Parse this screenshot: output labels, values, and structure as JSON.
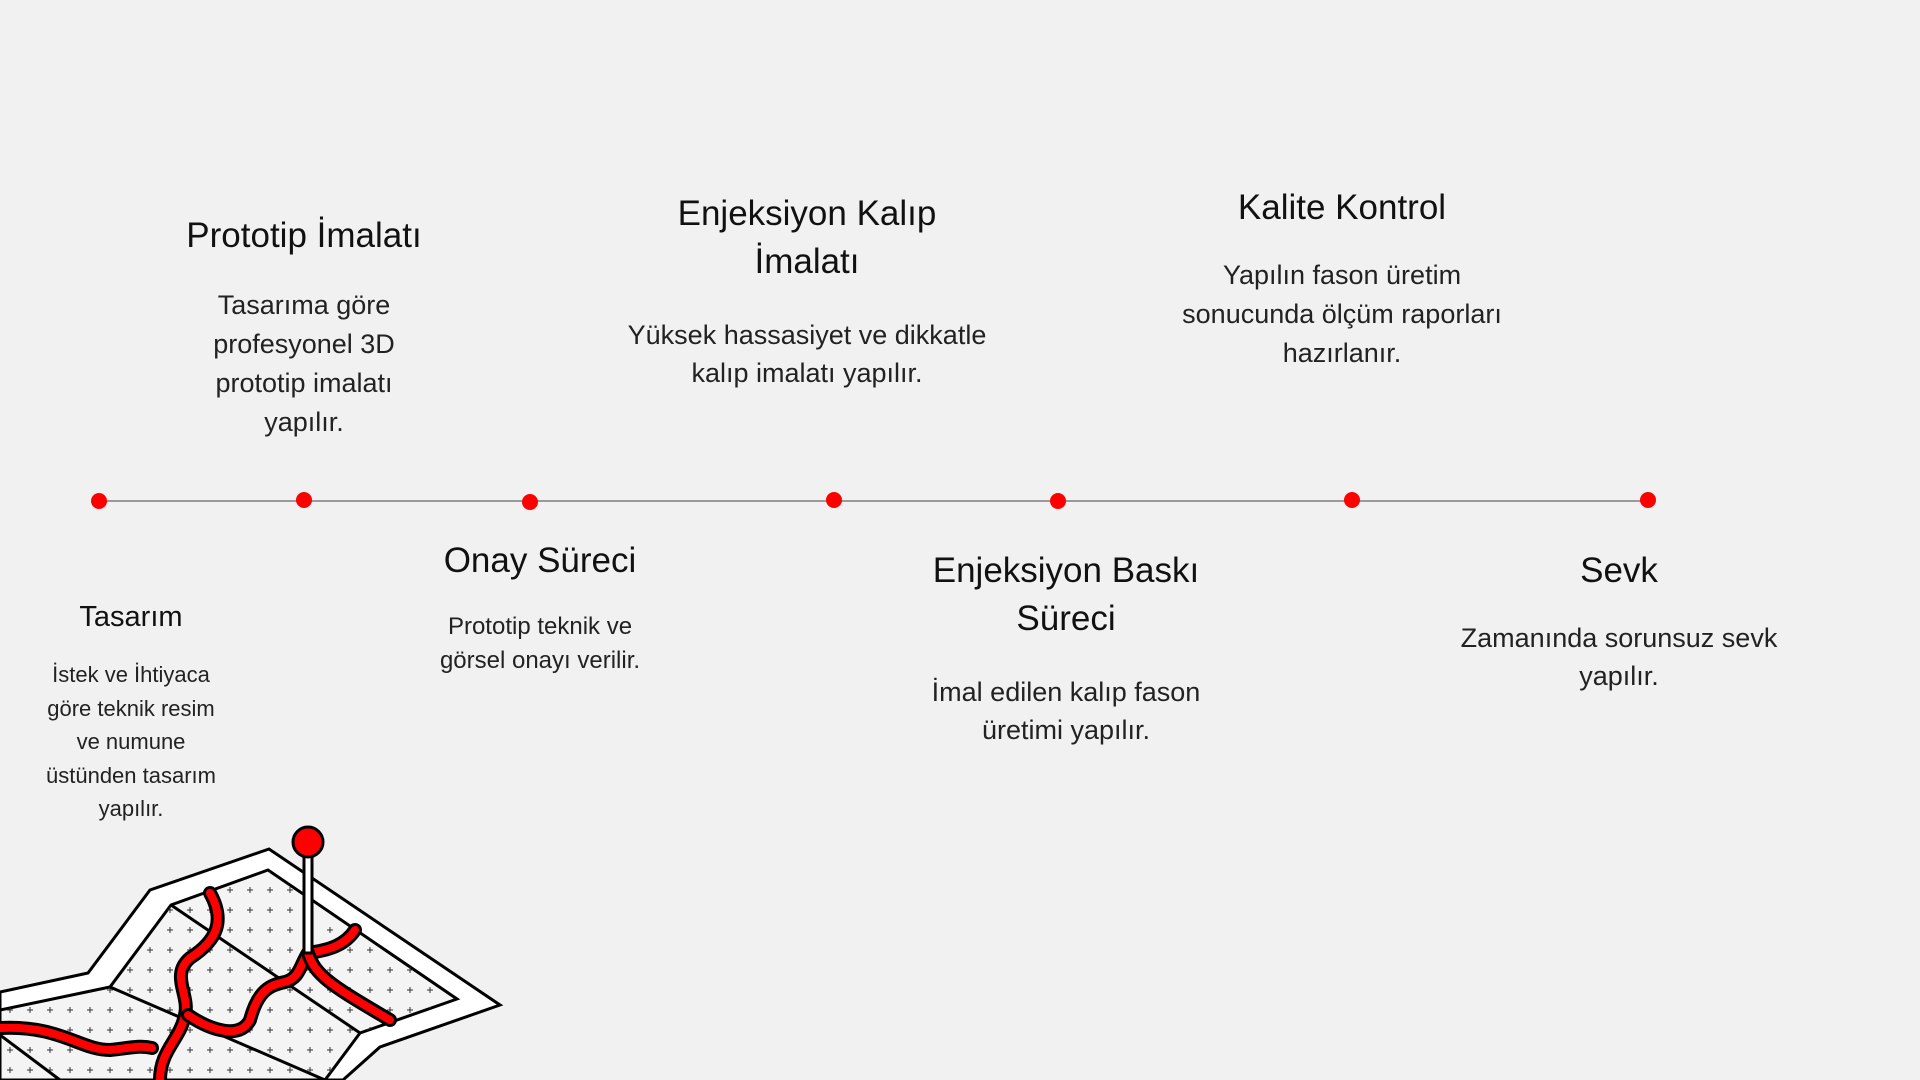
{
  "colors": {
    "accent": "#ff0000",
    "line": "#9a9a9a",
    "background": "#f1f1f1"
  },
  "steps": [
    {
      "title": "Tasarım",
      "description": "İstek ve İhtiyaca\ngöre teknik resim\nve numune\nüstünden tasarım\nyapılır."
    },
    {
      "title": "Prototip İmalatı",
      "description": "Tasarıma göre\nprofesyonel 3D\nprototip imalatı\nyapılır."
    },
    {
      "title": "Onay Süreci",
      "description": "Prototip teknik ve\ngörsel onayı verilir."
    },
    {
      "title": "Enjeksiyon Kalıp\nİmalatı",
      "description": "Yüksek hassasiyet ve dikkatle\nkalıp imalatı yapılır."
    },
    {
      "title": "Enjeksiyon Baskı\nSüreci",
      "description": "İmal edilen kalıp fason\nüretimi yapılır."
    },
    {
      "title": "Kalite Kontrol",
      "description": "Yapılın fason üretim\nsonucunda ölçüm raporları\nhazırlanır."
    },
    {
      "title": "Sevk",
      "description": "Zamanında sorunsuz sevk\nyapılır."
    }
  ]
}
